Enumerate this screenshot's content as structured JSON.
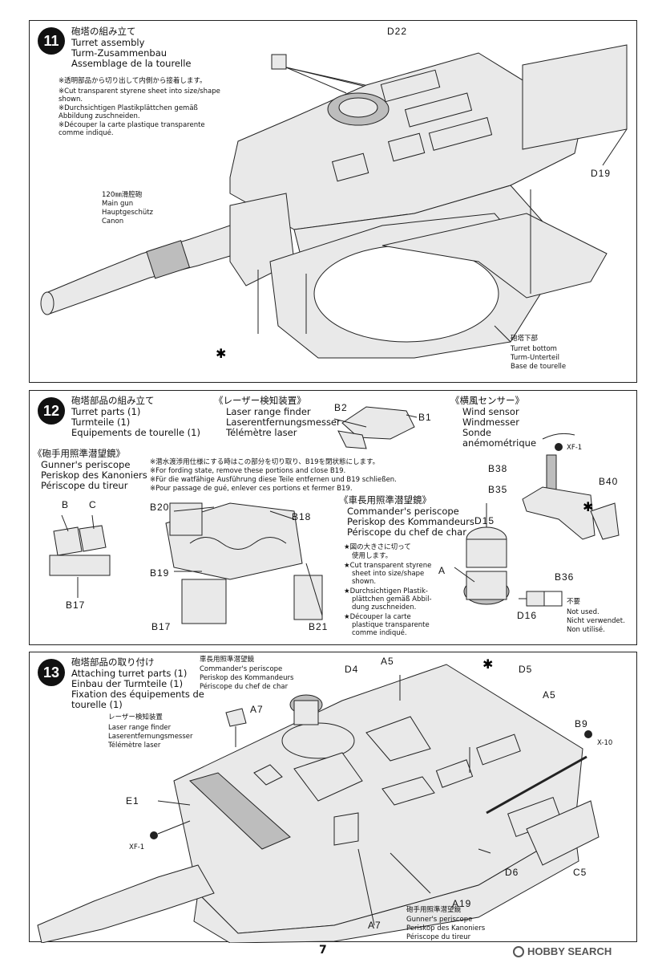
{
  "steps": [
    {
      "number": "11",
      "title_jp": "砲塔の組み立て",
      "title_en": "Turret assembly",
      "title_de": "Turm-Zusammenbau",
      "title_fr": "Assemblage de la tourelle",
      "note_jp": "※透明部品から切り出して内側から接着します。",
      "note_en": "※Cut transparent styrene sheet into size/shape shown.",
      "note_de": "※Durchsichtigen Plastikplättchen gemäß Abbildung zuschneiden.",
      "note_fr": "※Découper la carte plastique transparente comme indiqué.",
      "gun_jp": "120㎜滑腔砲",
      "gun_en": "Main gun",
      "gun_de": "Hauptgeschütz",
      "gun_fr": "Canon",
      "part_d22": "D22",
      "part_d19": "D19",
      "bottom_jp": "砲塔下部",
      "bottom_en": "Turret bottom",
      "bottom_de": "Turm-Unterteil",
      "bottom_fr": "Base de tourelle"
    },
    {
      "number": "12",
      "title_jp": "砲塔部品の組み立て",
      "title_en": "Turret parts (1)",
      "title_de": "Turmteile (1)",
      "title_fr": "Equipements de tourelle (1)",
      "laser_jp": "《レーザー検知装置》",
      "laser_en": "Laser range finder",
      "laser_de": "Laserentfernungsmesser",
      "laser_fr": "Télémètre laser",
      "part_b2": "B2",
      "part_b1": "B1",
      "wind_jp": "《横風センサー》",
      "wind_en": "Wind sensor",
      "wind_de": "Windmesser",
      "wind_fr1": "Sonde",
      "wind_fr2": "anémométrique",
      "part_xf1": "XF-1",
      "part_b38": "B38",
      "part_b35": "B35",
      "part_b40": "B40",
      "part_b36": "B36",
      "gunner_jp": "《砲手用照準潜望鏡》",
      "gunner_en": "Gunner's periscope",
      "gunner_de": "Periskop des Kanoniers",
      "gunner_fr": "Périscope du tireur",
      "part_b": "B",
      "part_c": "C",
      "part_b17": "B17",
      "ford_jp": "※潜水渡渉用仕様にする時はこの部分を切り取り、B19を閉状態にします。",
      "ford_en": "※For fording state, remove these portions and close B19.",
      "ford_de": "※Für die watfähige Ausführung diese Teile entfernen und B19 schließen.",
      "ford_fr": "※Pour passage de gué, enlever ces portions et fermer B19.",
      "part_b20": "B20",
      "part_b18": "B18",
      "part_b19": "B19",
      "part_b17b": "B17",
      "part_b21": "B21",
      "cmd_jp": "《車長用照準潜望鏡》",
      "cmd_en": "Commander's periscope",
      "cmd_de": "Periskop des Kommandeurs",
      "cmd_fr": "Périscope du chef de char",
      "star_jp1": "★図の大きさに切って",
      "star_jp2": "使用します。",
      "star_en1": "★Cut transparent styrene",
      "star_en2": "sheet into size/shape",
      "star_en3": "shown.",
      "star_de1": "★Durchsichtigen Plastik-",
      "star_de2": "plättchen gemäß Abbil-",
      "star_de3": "dung zuschneiden.",
      "star_fr1": "★Découper la carte",
      "star_fr2": "plastique transparente",
      "star_fr3": "comme indiqué.",
      "part_d15": "D15",
      "part_a": "A",
      "part_d16": "D16",
      "unused_jp": "不要",
      "unused_en": "Not used.",
      "unused_de": "Nicht verwendet.",
      "unused_fr": "Non utilisé."
    },
    {
      "number": "13",
      "title_jp": "砲塔部品の取り付け",
      "title_en": "Attaching turret parts (1)",
      "title_de": "Einbau der Turmteile (1)",
      "title_fr1": "Fixation des équipements de",
      "title_fr2": "tourelle (1)",
      "cmd_jp": "車長用照準潜望鏡",
      "cmd_en": "Commander's periscope",
      "cmd_de": "Periskop des Kommandeurs",
      "cmd_fr": "Périscope du chef de char",
      "laser_jp": "レーザー検知装置",
      "laser_en": "Laser range finder",
      "laser_de": "Laserentfernungsmesser",
      "laser_fr": "Télémètre laser",
      "part_a7": "A7",
      "part_d4": "D4",
      "part_a5": "A5",
      "part_d5": "D5",
      "part_a5b": "A5",
      "part_b9": "B9",
      "part_x10": "X-10",
      "part_e1": "E1",
      "part_xf1": "XF-1",
      "part_c5": "C5",
      "part_d6": "D6",
      "part_a19": "A19",
      "part_a7b": "A7",
      "gunner_jp": "砲手用照準潜望鏡",
      "gunner_en": "Gunner's periscope",
      "gunner_de": "Periskop des Kanoniers",
      "gunner_fr": "Périscope du tireur"
    }
  ],
  "page_number": "7",
  "watermark": "HOBBY SEARCH"
}
